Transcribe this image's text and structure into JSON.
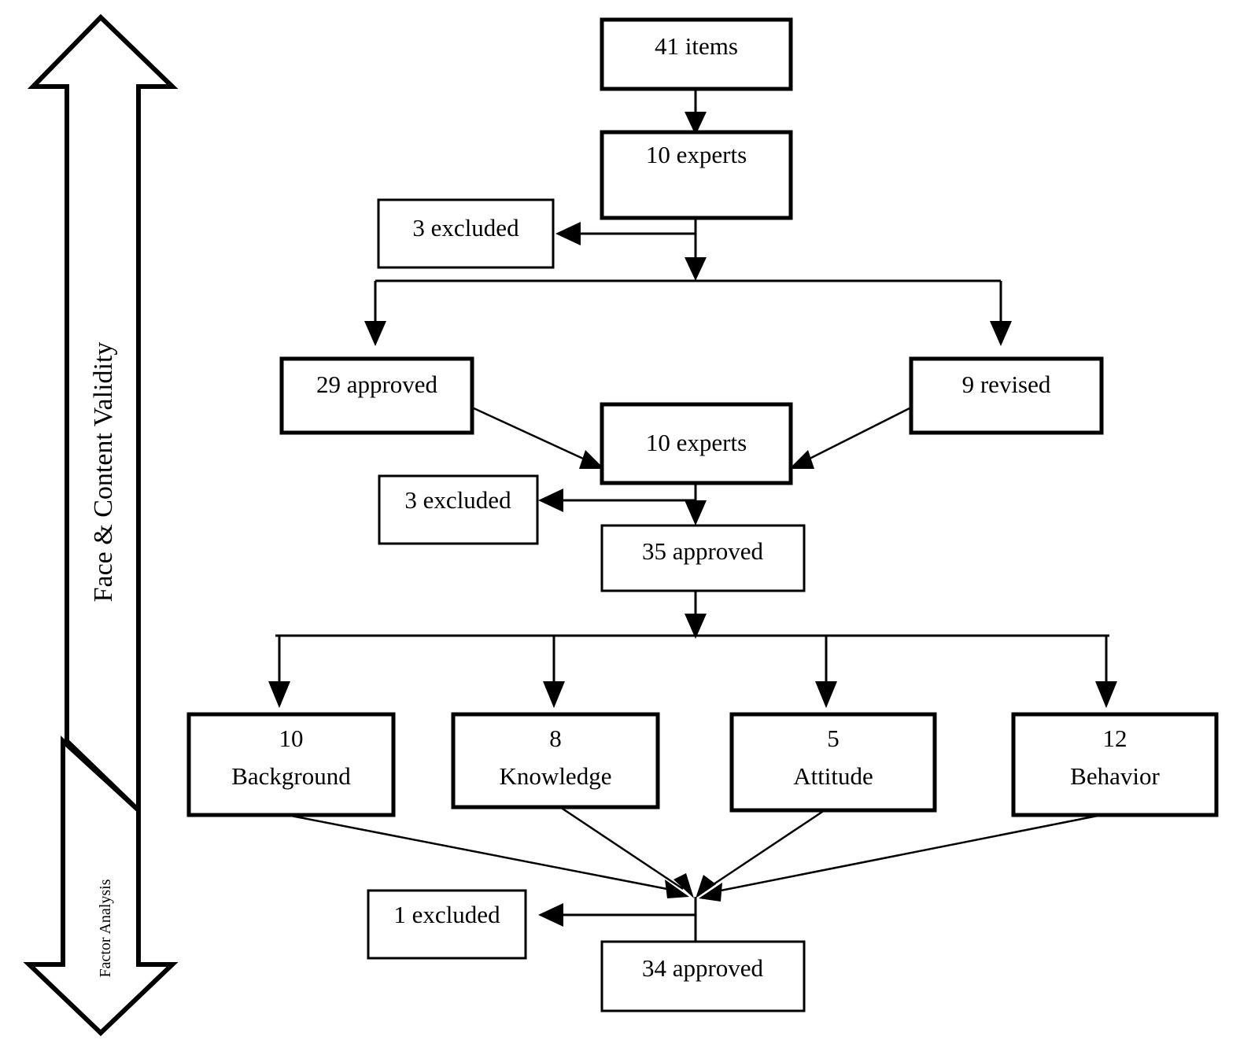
{
  "diagram": {
    "title": "Questionnaire item development and validation flowchart",
    "type": "flowchart",
    "colors": {
      "background": "#ffffff",
      "stroke": "#000000",
      "fill": "#ffffff"
    },
    "bands": [
      {
        "id": "band-face-content-validity",
        "label": "Face & Content Validity",
        "direction": "up",
        "orientation": "vertical-rotated"
      },
      {
        "id": "band-factor-analysis",
        "label": "Factor Analysis",
        "direction": "down",
        "orientation": "vertical-rotated"
      }
    ],
    "nodes": [
      {
        "id": "items-41",
        "label": "41 items",
        "line1": "41 items",
        "line2": ""
      },
      {
        "id": "experts-10-a",
        "label": "10 experts",
        "line1": "10 experts",
        "line2": ""
      },
      {
        "id": "excluded-3-a",
        "label": "3 excluded",
        "line1": "3 excluded",
        "line2": ""
      },
      {
        "id": "approved-29",
        "label": "29 approved",
        "line1": "29 approved",
        "line2": ""
      },
      {
        "id": "revised-9",
        "label": "9 revised",
        "line1": "9 revised",
        "line2": ""
      },
      {
        "id": "experts-10-b",
        "label": "10 experts",
        "line1": "10 experts",
        "line2": ""
      },
      {
        "id": "excluded-3-b",
        "label": "3 excluded",
        "line1": "3 excluded",
        "line2": ""
      },
      {
        "id": "approved-35",
        "label": "35 approved",
        "line1": "35 approved",
        "line2": ""
      },
      {
        "id": "domain-background",
        "label": "10 Background",
        "line1": "10",
        "line2": "Background"
      },
      {
        "id": "domain-knowledge",
        "label": "8 Knowledge",
        "line1": "8",
        "line2": "Knowledge"
      },
      {
        "id": "domain-attitude",
        "label": "5 Attitude",
        "line1": "5",
        "line2": "Attitude"
      },
      {
        "id": "domain-behavior",
        "label": "12 Behavior",
        "line1": "12",
        "line2": "Behavior"
      },
      {
        "id": "excluded-1",
        "label": "1 excluded",
        "line1": "1 excluded",
        "line2": ""
      },
      {
        "id": "approved-34",
        "label": "34 approved",
        "line1": "34 approved",
        "line2": ""
      }
    ],
    "edges": [
      {
        "from": "items-41",
        "to": "experts-10-a"
      },
      {
        "from": "experts-10-a",
        "to": "excluded-3-a"
      },
      {
        "from": "experts-10-a",
        "to": "approved-29"
      },
      {
        "from": "experts-10-a",
        "to": "revised-9"
      },
      {
        "from": "approved-29",
        "to": "experts-10-b"
      },
      {
        "from": "revised-9",
        "to": "experts-10-b"
      },
      {
        "from": "experts-10-b",
        "to": "excluded-3-b"
      },
      {
        "from": "experts-10-b",
        "to": "approved-35"
      },
      {
        "from": "approved-35",
        "to": "domain-background"
      },
      {
        "from": "approved-35",
        "to": "domain-knowledge"
      },
      {
        "from": "approved-35",
        "to": "domain-attitude"
      },
      {
        "from": "approved-35",
        "to": "domain-behavior"
      },
      {
        "from": "domain-background",
        "to": "approved-34"
      },
      {
        "from": "domain-knowledge",
        "to": "approved-34"
      },
      {
        "from": "domain-attitude",
        "to": "approved-34"
      },
      {
        "from": "domain-behavior",
        "to": "approved-34"
      },
      {
        "from": "approved-34",
        "to": "excluded-1"
      }
    ]
  }
}
